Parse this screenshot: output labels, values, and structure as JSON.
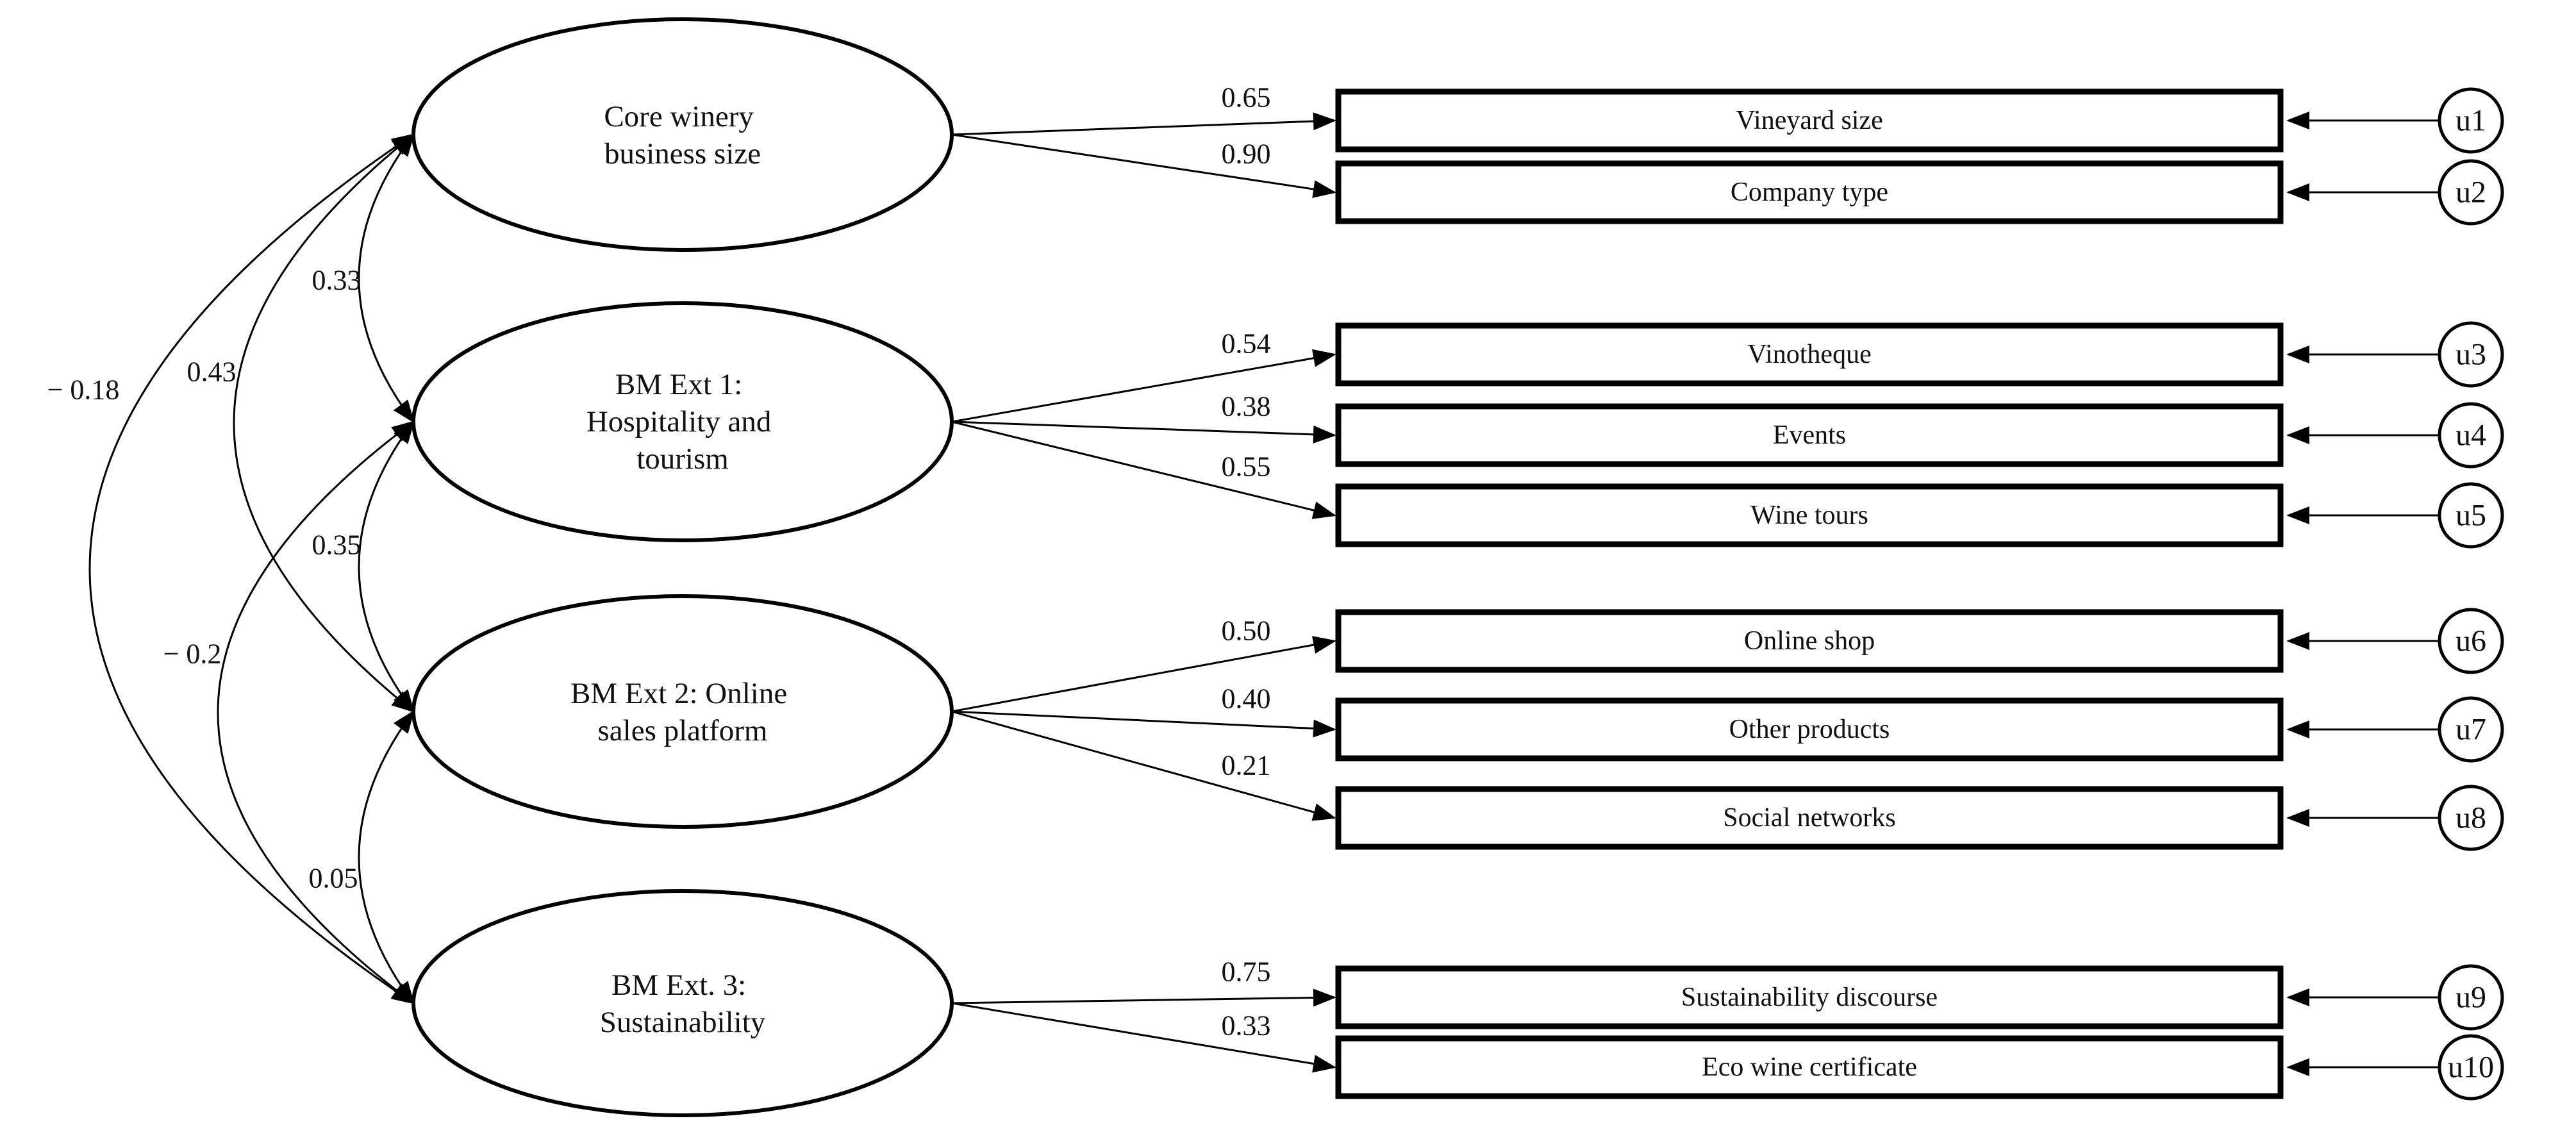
{
  "palette": {
    "background": "#ffffff",
    "ink": "#000000"
  },
  "latents": [
    {
      "id": "core_winery",
      "lines": [
        "Core winery",
        "business size"
      ]
    },
    {
      "id": "bm_ext1",
      "lines": [
        "BM Ext 1:",
        "Hospitality and",
        "tourism"
      ]
    },
    {
      "id": "bm_ext2",
      "lines": [
        "BM Ext 2: Online",
        "sales platform"
      ]
    },
    {
      "id": "bm_ext3",
      "lines": [
        "BM Ext. 3:",
        "Sustainability"
      ]
    }
  ],
  "indicators": [
    {
      "label": "Vineyard size",
      "loading": "0.65",
      "error": "u1",
      "latent": "core_winery"
    },
    {
      "label": "Company type",
      "loading": "0.90",
      "error": "u2",
      "latent": "core_winery"
    },
    {
      "label": "Vinotheque",
      "loading": "0.54",
      "error": "u3",
      "latent": "bm_ext1"
    },
    {
      "label": "Events",
      "loading": "0.38",
      "error": "u4",
      "latent": "bm_ext1"
    },
    {
      "label": "Wine tours",
      "loading": "0.55",
      "error": "u5",
      "latent": "bm_ext1"
    },
    {
      "label": "Online shop",
      "loading": "0.50",
      "error": "u6",
      "latent": "bm_ext2"
    },
    {
      "label": "Other products",
      "loading": "0.40",
      "error": "u7",
      "latent": "bm_ext2"
    },
    {
      "label": "Social networks",
      "loading": "0.21",
      "error": "u8",
      "latent": "bm_ext2"
    },
    {
      "label": "Sustainability discourse",
      "loading": "0.75",
      "error": "u9",
      "latent": "bm_ext3"
    },
    {
      "label": "Eco wine certificate",
      "loading": "0.33",
      "error": "u10",
      "latent": "bm_ext3"
    }
  ],
  "covariances": [
    {
      "from": "core_winery",
      "to": "bm_ext1",
      "value": "0.33"
    },
    {
      "from": "core_winery",
      "to": "bm_ext2",
      "value": "0.43"
    },
    {
      "from": "core_winery",
      "to": "bm_ext3",
      "value": "− 0.18"
    },
    {
      "from": "bm_ext1",
      "to": "bm_ext2",
      "value": "0.35"
    },
    {
      "from": "bm_ext1",
      "to": "bm_ext3",
      "value": "− 0.2"
    },
    {
      "from": "bm_ext2",
      "to": "bm_ext3",
      "value": "0.05"
    }
  ]
}
